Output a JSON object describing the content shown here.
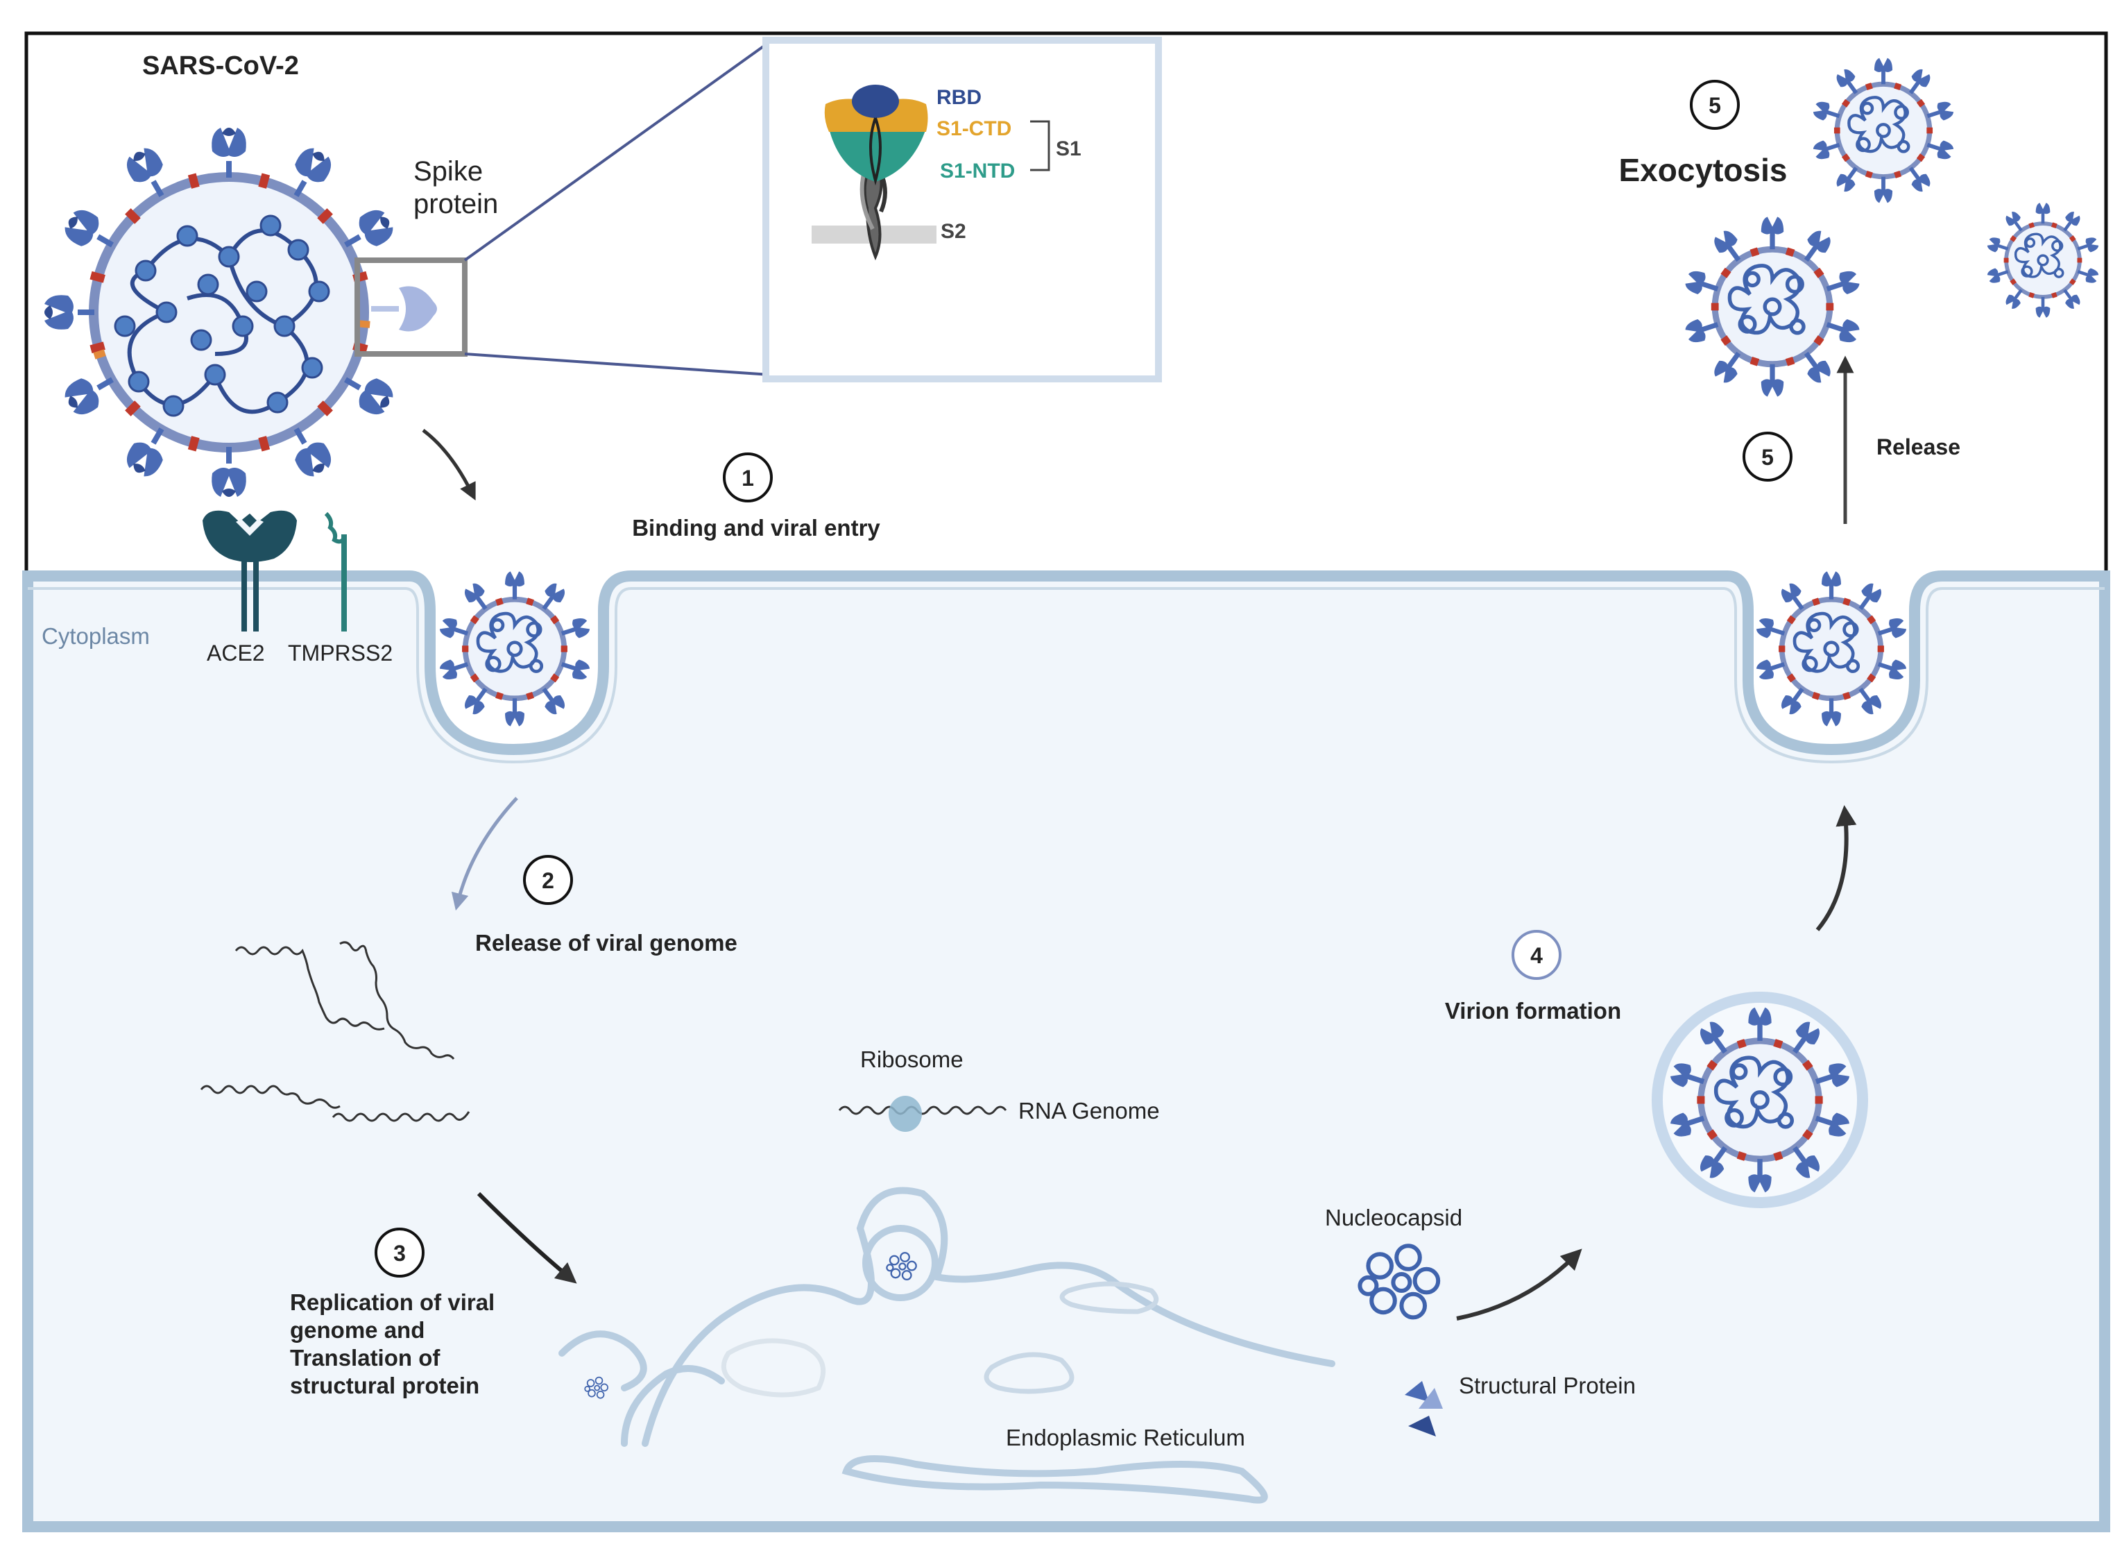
{
  "labels": {
    "virus_name": "SARS-CoV-2",
    "spike_line1": "Spike",
    "spike_line2": "protein",
    "rbd": "RBD",
    "s1ctd": "S1-CTD",
    "s1ntd": "S1-NTD",
    "s1": "S1",
    "s2": "S2",
    "cytoplasm": "Cytoplasm",
    "ace2": "ACE2",
    "tmprss2": "TMPRSS2",
    "ribosome": "Ribosome",
    "rna_genome": "RNA Genome",
    "nucleocapsid": "Nucleocapsid",
    "structural_protein": "Structural Protein",
    "er": "Endoplasmic Reticulum",
    "exocytosis": "Exocytosis"
  },
  "steps": {
    "s1": {
      "num": "1",
      "label": "Binding and viral entry"
    },
    "s2": {
      "num": "2",
      "label": "Release of viral genome"
    },
    "s3": {
      "num": "3",
      "lines": [
        "Replication of viral",
        "genome and",
        "Translation of",
        "structural protein"
      ]
    },
    "s4": {
      "num": "4",
      "label": "Virion formation"
    },
    "s5a": {
      "num": "5"
    },
    "s5b": {
      "num": "5",
      "label": "Release"
    }
  },
  "colors": {
    "frame": "#111111",
    "cytoplasm": "#f1f6fb",
    "membrane": "#aac3d8",
    "membrane_dark": "#8fa9c0",
    "spike": "#4a6bb5",
    "spike_dark": "#2f4b90",
    "envelope": "#7d8fc0",
    "m_protein": "#c0392b",
    "rbd": "#2f4b90",
    "s1ctd": "#e3a42c",
    "s1ntd": "#2e9c8a",
    "ace2": "#1f4f5f",
    "tmprss2": "#2a7f7a"
  }
}
